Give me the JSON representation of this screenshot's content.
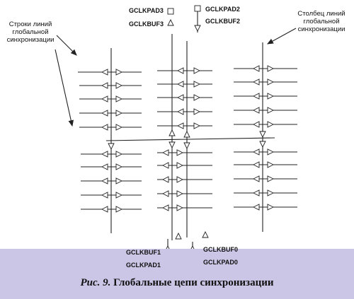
{
  "annotations": {
    "rows": [
      "Строки линий",
      "глобальной",
      "синхронизации"
    ],
    "column": [
      "Столбец линий",
      "глобальной",
      "синхронизации"
    ]
  },
  "pins": {
    "top": [
      {
        "pad": "GCLKPAD3",
        "buf": "GCLKBUF3"
      },
      {
        "pad": "GCLKPAD2",
        "buf": "GCLKBUF2"
      }
    ],
    "bottom": [
      {
        "buf": "GCLKBUF1",
        "pad": "GCLKPAD1"
      },
      {
        "buf": "GCLKBUF0",
        "pad": "GCLKPAD0"
      }
    ]
  },
  "caption": {
    "label": "Рис. 9.",
    "text": "Глобальные цепи синхронизации"
  },
  "colors": {
    "caption_bar": "#cbc6e6",
    "line": "#222222"
  }
}
